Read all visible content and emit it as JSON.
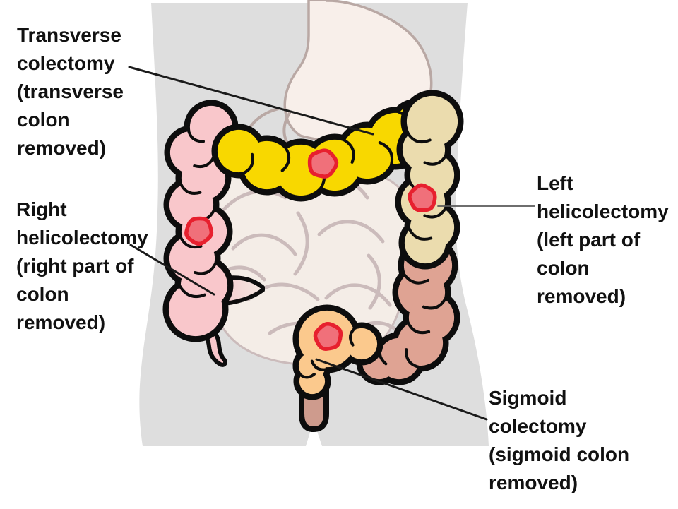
{
  "labels": {
    "transverse": {
      "text": "Transverse\ncolectomy\n(transverse\ncolon\nremoved)"
    },
    "right": {
      "text": "Right\nhelicolectomy\n(right part of\ncolon\nremoved)"
    },
    "left": {
      "text": "Left\nhelicolectomy\n(left part of\ncolon\nremoved)"
    },
    "sigmoid": {
      "text": "Sigmoid\ncolectomy\n(sigmoid colon\nremoved)"
    }
  },
  "colors": {
    "background": "#FFFFFF",
    "body": "#DEDEDE",
    "outline": "#0D0D0D",
    "stomach_fill": "#F8EFEA",
    "organ_line": "#B9A8A4",
    "intestine_fill": "#F4EDE7",
    "intestine_line": "#CBBBBB",
    "ascending_colon": "#F9C7CB",
    "transverse_colon": "#F8D800",
    "descending_colon": "#EBDCAE",
    "descending_lower": "#DFA393",
    "sigmoid_colon": "#FBC98D",
    "rectum": "#CE9B8D",
    "ileum_from": "#F5C9CD",
    "ileum_to": "#F3E7E0",
    "tumor_fill": "#F0707A",
    "tumor_line": "#E7202E",
    "leader": "#1A1A1A",
    "leader_thin": "#5A5A5A",
    "text": "#111111"
  }
}
